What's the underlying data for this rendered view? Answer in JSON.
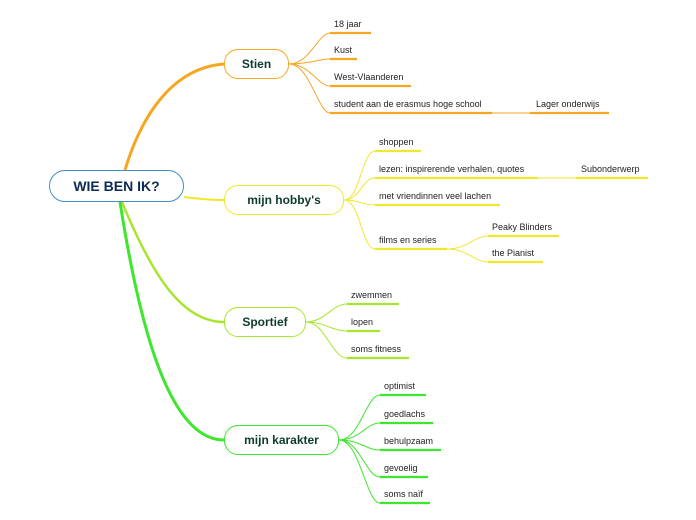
{
  "central": {
    "label": "WIE BEN IK?"
  },
  "branches": {
    "stien": {
      "label": "Stien",
      "color": "#f5a623",
      "items": [
        "18 jaar",
        "Kust",
        "West-Vlaanderen",
        "student aan de erasmus hoge school"
      ],
      "sub": [
        "Lager onderwijs"
      ]
    },
    "hobbys": {
      "label": "mijn hobby's",
      "color": "#f0e82e",
      "items": [
        "shoppen",
        "lezen: inspirerende verhalen, quotes",
        "met vriendinnen veel lachen",
        "films  en series"
      ],
      "sub_lezen": [
        "Subonderwerp"
      ],
      "sub_films": [
        "Peaky Blinders",
        "the Pianist"
      ]
    },
    "sportief": {
      "label": "Sportief",
      "color": "#a8e62e",
      "items": [
        "zwemmen",
        "lopen",
        "soms fitness"
      ]
    },
    "karakter": {
      "label": "mijn karakter",
      "color": "#3ee62e",
      "items": [
        "optimist",
        "goedlachs",
        "behulpzaam",
        "gevoelig",
        "soms naïf"
      ]
    }
  }
}
